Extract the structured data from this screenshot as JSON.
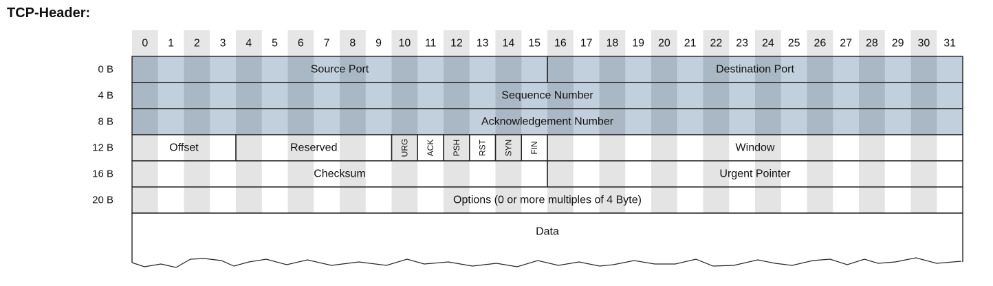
{
  "title": "TCP-Header:",
  "bit_numbers": [
    "0",
    "1",
    "2",
    "3",
    "4",
    "5",
    "6",
    "7",
    "8",
    "9",
    "10",
    "11",
    "12",
    "13",
    "14",
    "15",
    "16",
    "17",
    "18",
    "19",
    "20",
    "21",
    "22",
    "23",
    "24",
    "25",
    "26",
    "27",
    "28",
    "29",
    "30",
    "31"
  ],
  "rows": [
    {
      "offset": "0 B",
      "shaded": true,
      "fields": [
        {
          "label": "Source Port",
          "start": 0,
          "end": 16
        },
        {
          "label": "Destination Port",
          "start": 16,
          "end": 32
        }
      ]
    },
    {
      "offset": "4 B",
      "shaded": true,
      "fields": [
        {
          "label": "Sequence Number",
          "start": 0,
          "end": 32
        }
      ]
    },
    {
      "offset": "8 B",
      "shaded": true,
      "fields": [
        {
          "label": "Acknowledgement Number",
          "start": 0,
          "end": 32
        }
      ]
    },
    {
      "offset": "12 B",
      "shaded": false,
      "fields": [
        {
          "label": "Offset",
          "start": 0,
          "end": 4
        },
        {
          "label": "Reserved",
          "start": 4,
          "end": 10
        },
        {
          "label": "URG",
          "start": 10,
          "end": 11,
          "vertical": true
        },
        {
          "label": "ACK",
          "start": 11,
          "end": 12,
          "vertical": true
        },
        {
          "label": "PSH",
          "start": 12,
          "end": 13,
          "vertical": true
        },
        {
          "label": "RST",
          "start": 13,
          "end": 14,
          "vertical": true
        },
        {
          "label": "SYN",
          "start": 14,
          "end": 15,
          "vertical": true
        },
        {
          "label": "FIN",
          "start": 15,
          "end": 16,
          "vertical": true
        },
        {
          "label": "Window",
          "start": 16,
          "end": 32
        }
      ]
    },
    {
      "offset": "16 B",
      "shaded": false,
      "fields": [
        {
          "label": "Checksum",
          "start": 0,
          "end": 16
        },
        {
          "label": "Urgent Pointer",
          "start": 16,
          "end": 32
        }
      ]
    },
    {
      "offset": "20 B",
      "shaded": false,
      "fields": [
        {
          "label": "Options (0 or more multiples of 4 Byte)",
          "start": 0,
          "end": 32
        }
      ]
    }
  ],
  "data_label": "Data",
  "colors": {
    "header_light": "#c2d0dd",
    "header_dark": "#aab8c5",
    "plain_light": "#ffffff",
    "plain_dark": "#e4e4e4",
    "column_head_light": "#ffffff",
    "column_head_dark": "#e6e6e6",
    "border": "#222222"
  }
}
